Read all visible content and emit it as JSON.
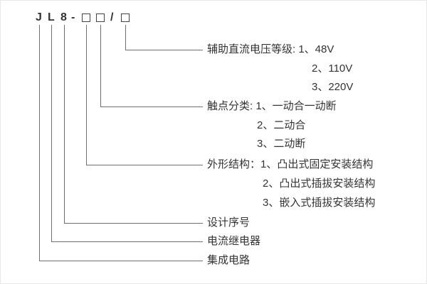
{
  "code": {
    "j": "J",
    "l": "L",
    "num": "8",
    "dash": "-",
    "slash": "/"
  },
  "annotations": {
    "aux_voltage": {
      "line1": "辅助直流电压等级: 1、48V",
      "line2": "2、110V",
      "line3": "3、220V"
    },
    "contact_type": {
      "line1": "触点分类: 1、一动合一动断",
      "line2": "2、二动合",
      "line3": "3、二动断"
    },
    "structure": {
      "line1": "外形结构：1、凸出式固定安装结构",
      "line2": "2、凸出式插拔安装结构",
      "line3": "3、嵌入式插拔安装结构"
    },
    "design_serial": "设计序号",
    "current_relay": "电流继电器",
    "integrated_circuit": "集成电路"
  }
}
